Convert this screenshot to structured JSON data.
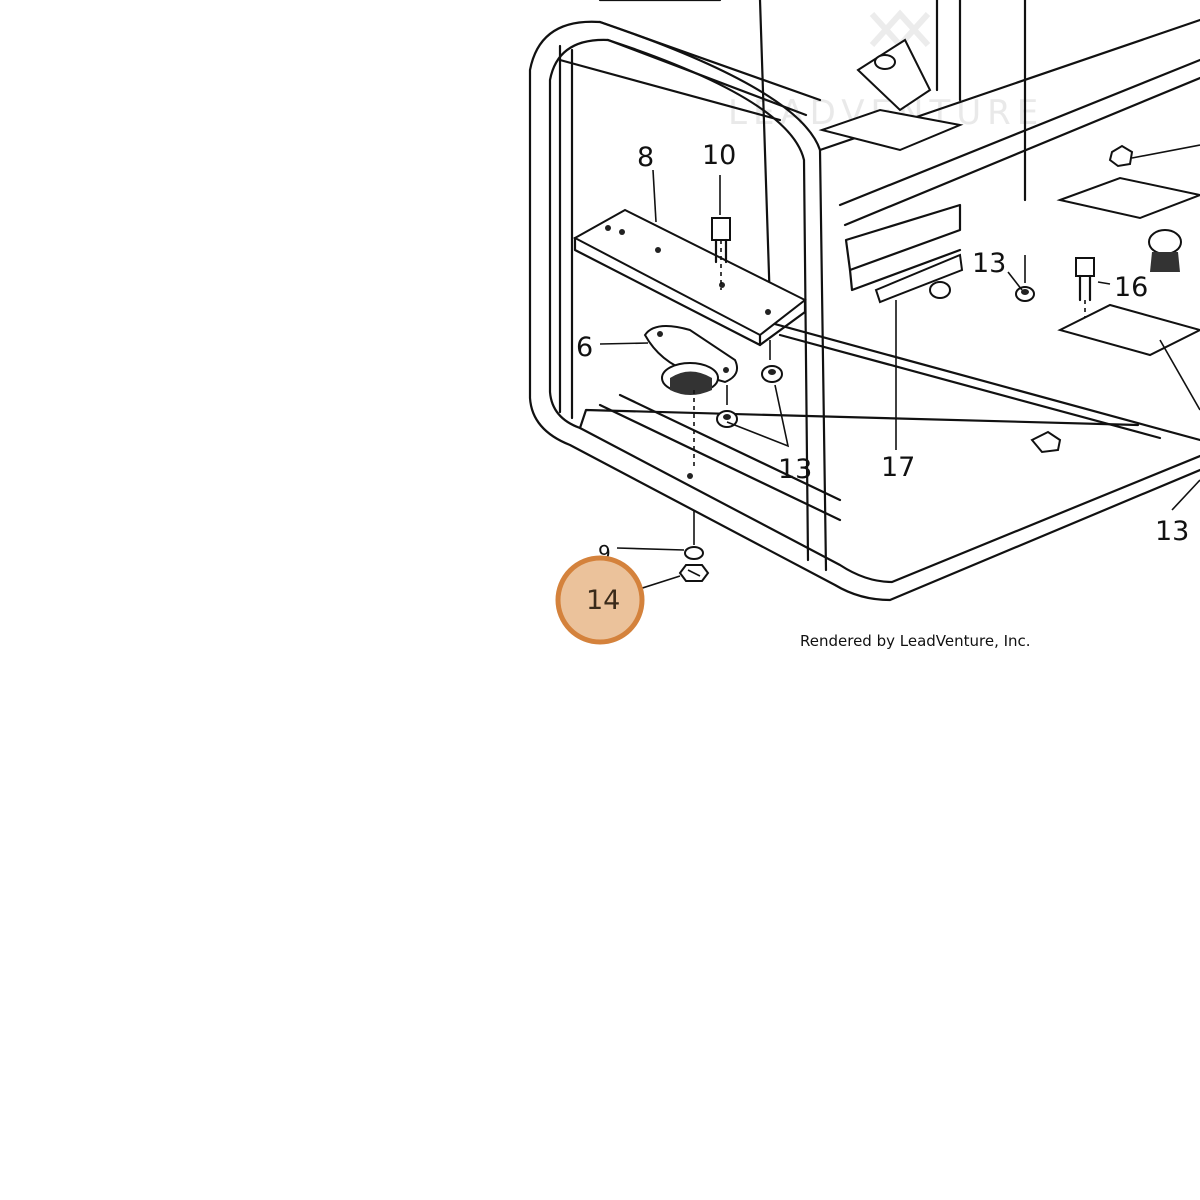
{
  "watermark": {
    "text": "LEADVENTURE"
  },
  "callouts": [
    {
      "id": "label-8",
      "text": "8"
    },
    {
      "id": "label-10",
      "text": "10"
    },
    {
      "id": "label-6",
      "text": "6"
    },
    {
      "id": "label-13-a",
      "text": "13"
    },
    {
      "id": "label-13-b",
      "text": "13"
    },
    {
      "id": "label-17",
      "text": "17"
    },
    {
      "id": "label-16",
      "text": "16"
    },
    {
      "id": "label-13-c",
      "text": "13"
    },
    {
      "id": "label-9",
      "text": "9"
    }
  ],
  "highlight": {
    "text": "14",
    "fill_color": "#ebc29b",
    "ring_color": "#d4823c"
  },
  "credit": {
    "text": "Rendered by LeadVenture, Inc."
  }
}
